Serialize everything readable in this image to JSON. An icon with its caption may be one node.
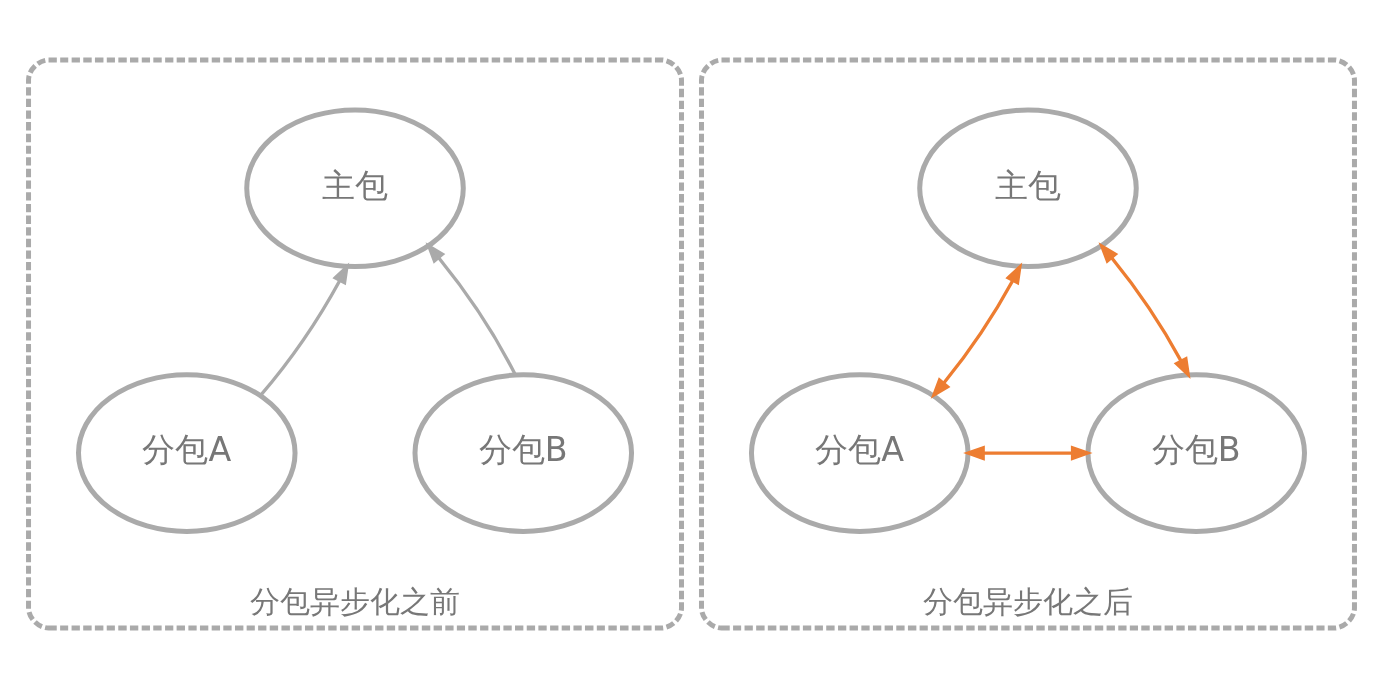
{
  "diagram": {
    "nodes": [
      {
        "text": [],
        "shape": "box",
        "beside": [
          "分包异步化之前"
        ]
      },
      {
        "text": [
          "主包"
        ],
        "in": 0
      },
      {
        "text": [
          "分包A"
        ],
        "in": 0
      },
      {
        "text": [
          "分包B"
        ],
        "in": 0
      },
      {
        "text": [],
        "shape": "box",
        "beside": [
          "分包异步化之后"
        ]
      },
      {
        "text": [
          "主包"
        ],
        "in": 4
      },
      {
        "text": [
          "分包A"
        ],
        "in": 4
      },
      {
        "text": [
          "分包B"
        ],
        "in": 4
      }
    ],
    "edges": [
      {
        "from": 2,
        "to": 1,
        "arrow": "to",
        "color": "#aaaaaa"
      },
      {
        "from": 3,
        "to": 1,
        "arrow": "to",
        "color": "#aaaaaa"
      },
      {
        "from": 5,
        "to": 6,
        "arrow": "both"
      },
      {
        "from": 5,
        "to": 7,
        "arrow": "both"
      },
      {
        "from": 6,
        "to": 7,
        "arrow": "both"
      }
    ]
  }
}
